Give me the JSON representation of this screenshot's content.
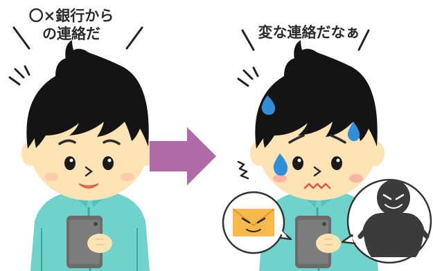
{
  "left_panel": {
    "caption_line1": "〇×銀行から",
    "caption_line2": "の連絡だ",
    "mood": "calm"
  },
  "right_panel": {
    "caption": "変な連絡だなぁ",
    "mood": "worried"
  },
  "arrow": {
    "color": "#b06aaa",
    "direction": "right"
  },
  "colors": {
    "hair": "#141414",
    "skin": "#ffe3b4",
    "shirt": "#6fd3cc",
    "shirt_stripe": "#3aa8a3",
    "phone": "#6b6b6b",
    "sweat": "#2f8fd8",
    "blush": "#f8a9a0",
    "envelope": "#f6b94a",
    "bubble_stroke": "#333333",
    "dark_figure": "#3b3b3b"
  },
  "icons": [
    "smartphone-icon",
    "angry-envelope-icon",
    "shadow-scammer-icon",
    "sweat-drop-icon",
    "arrow-right-icon"
  ]
}
